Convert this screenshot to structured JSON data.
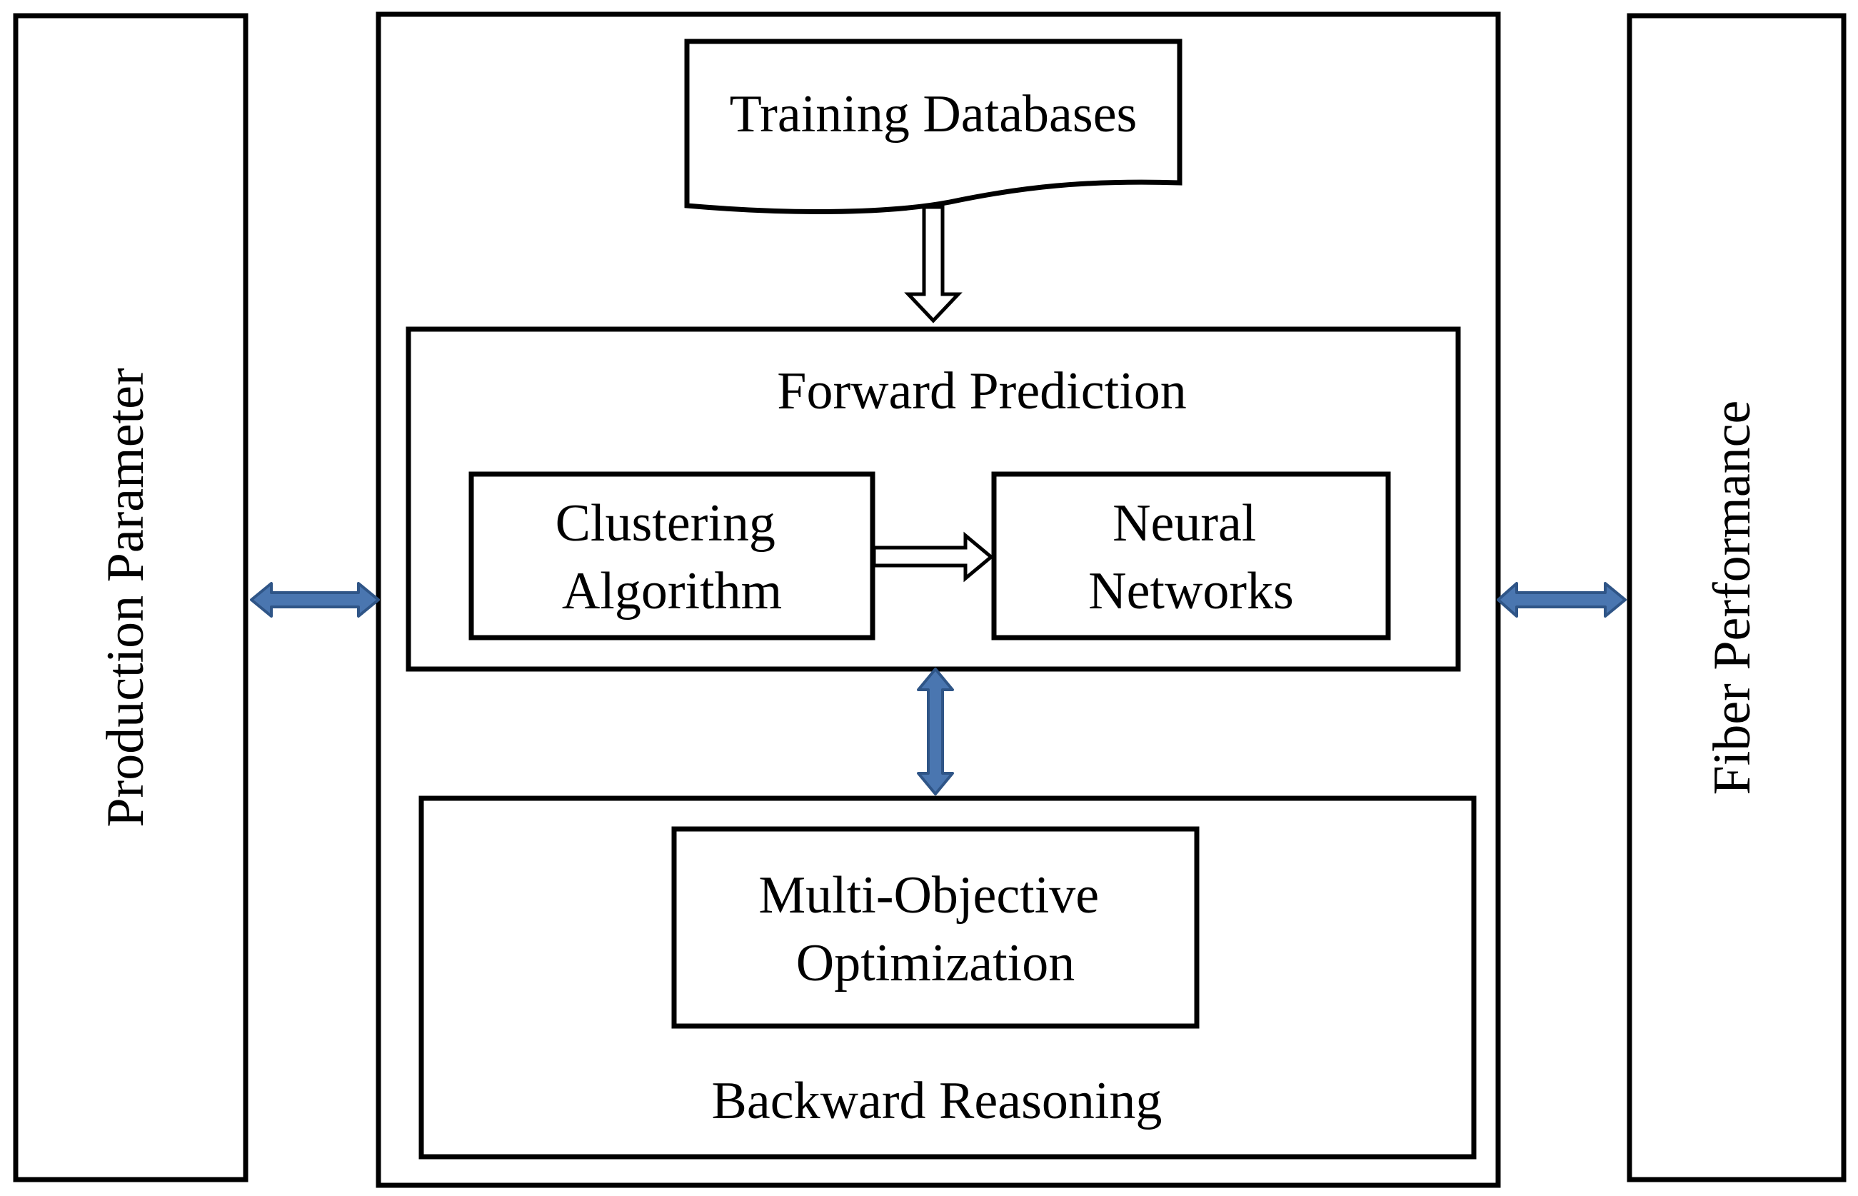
{
  "nodes": {
    "production_parameter": "Production Parameter",
    "fiber_performance": "Fiber Performance",
    "training_databases": "Training Databases",
    "forward_prediction": "Forward Prediction",
    "clustering_algorithm": [
      "Clustering",
      "Algorithm"
    ],
    "neural_networks": [
      "Neural",
      "Networks"
    ],
    "multi_objective_optimization": [
      "Multi-Objective",
      "Optimization"
    ],
    "backward_reasoning": "Backward Reasoning"
  },
  "colors": {
    "outline": "#000000",
    "background": "#ffffff",
    "arrow_fill": "#4a76b0",
    "arrow_stroke": "#2f5587"
  },
  "edges": [
    {
      "from": "training_databases",
      "to": "forward_prediction",
      "style": "hollow-arrow"
    },
    {
      "from": "clustering_algorithm",
      "to": "neural_networks",
      "style": "hollow-arrow"
    },
    {
      "from": "forward_prediction",
      "to": "backward_reasoning",
      "style": "bidirectional-blue-arrow"
    },
    {
      "from": "production_parameter",
      "to": "main_framework",
      "style": "bidirectional-blue-arrow"
    },
    {
      "from": "main_framework",
      "to": "fiber_performance",
      "style": "bidirectional-blue-arrow"
    }
  ]
}
